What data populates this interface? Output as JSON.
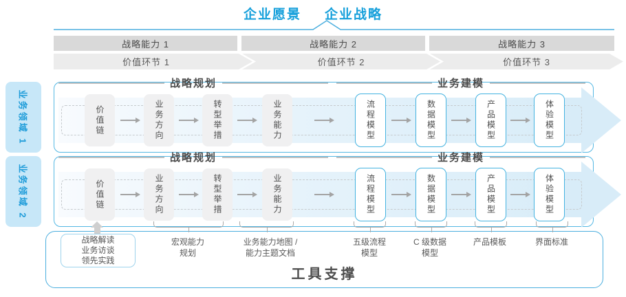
{
  "colors": {
    "accent_blue": "#16a0db",
    "container_border": "#53b7e3",
    "capability_band_gray": "#d9d9d9",
    "value_band_gray": "#ececec",
    "planning_box_gray": "#f0f0f1",
    "modeling_box_border": "#43b2e0",
    "flow_arrow_band": "#d8ecf8",
    "domain_tab_bg": "#c7e7f8",
    "text_dark": "#4a4a4a"
  },
  "header": {
    "vision": "企业愿景",
    "strategy": "企业战略"
  },
  "capability_band": {
    "items": [
      "战略能力 1",
      "战略能力 2",
      "战略能力 3"
    ]
  },
  "value_band": {
    "items": [
      "价值环节 1",
      "价值环节 2",
      "价值环节 3"
    ]
  },
  "domain_tabs": {
    "items": [
      "业务领域 1",
      "业务领域 2"
    ]
  },
  "rows": [
    {
      "planning_title": "战略规划",
      "modeling_title": "业务建模",
      "planning_boxes": [
        "价值链",
        "业务方向",
        "转型举措",
        "业务能力"
      ],
      "modeling_boxes": [
        "流程模型",
        "数据模型",
        "产品模型",
        "体验模型"
      ]
    },
    {
      "planning_title": "战略规划",
      "modeling_title": "业务建模",
      "planning_boxes": [
        "价值链",
        "业务方向",
        "转型举措",
        "业务能力"
      ],
      "modeling_boxes": [
        "流程模型",
        "数据模型",
        "产品模型",
        "体验模型"
      ]
    }
  ],
  "annotations": {
    "practice_box": {
      "lines": [
        "战略解读",
        "业务访谈",
        "领先实践"
      ]
    },
    "labels": [
      {
        "line1": "宏观能力",
        "line2": "规划"
      },
      {
        "line1": "业务能力地图 /",
        "line2": "能力主题文档"
      },
      {
        "line1": "五级流程",
        "line2": "模型"
      },
      {
        "line1": "C 级数据",
        "line2": "模型"
      },
      {
        "line1": "产品模板",
        "line2": ""
      },
      {
        "line1": "界面标准",
        "line2": ""
      }
    ]
  },
  "footer": {
    "tool_support": "工具支撑"
  }
}
